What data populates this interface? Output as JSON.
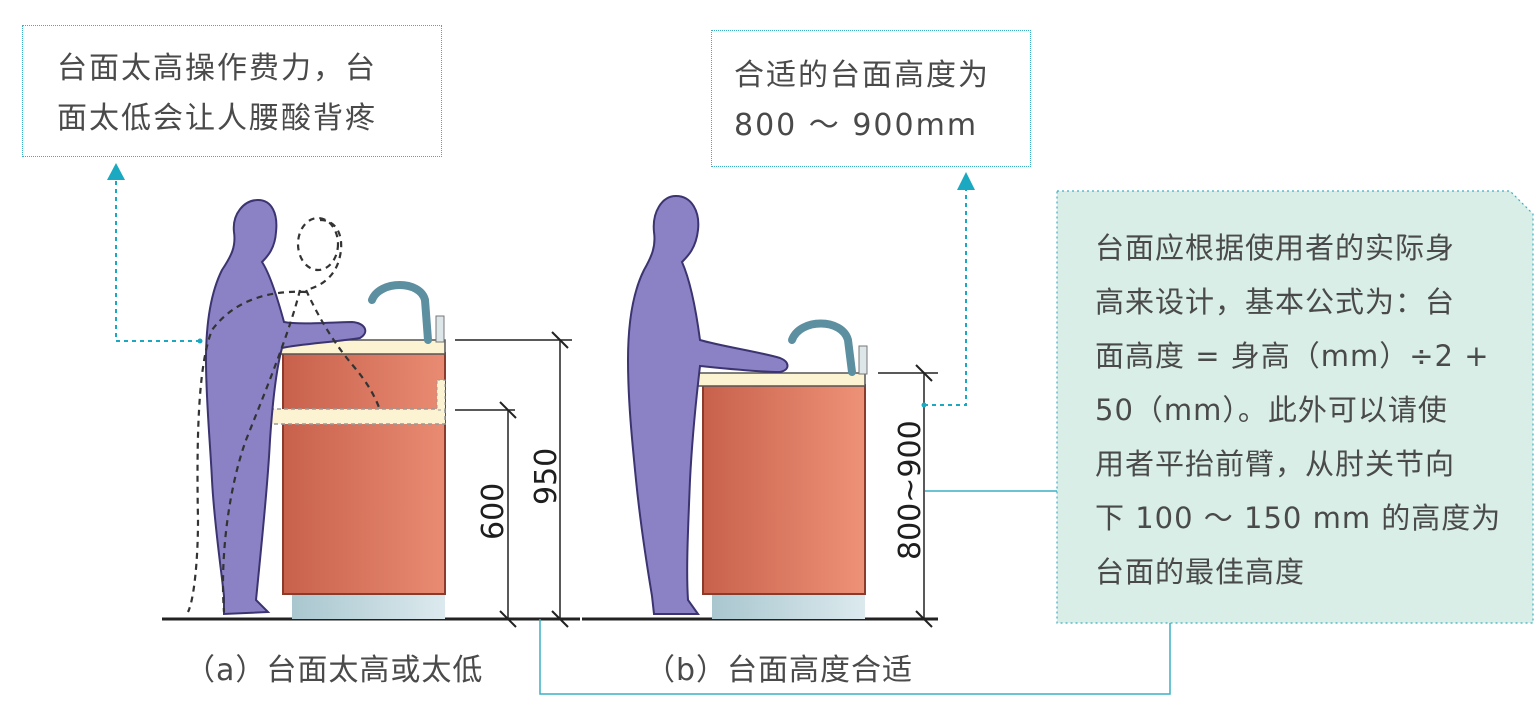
{
  "notes": {
    "too_high_low": {
      "lines": [
        "台面太高操作费力，台",
        "面太低会让人腰酸背疼"
      ]
    },
    "suitable": {
      "lines": [
        "合适的台面高度为",
        "800 ～ 900mm"
      ]
    },
    "formula": {
      "lines": [
        "台面应根据使用者的实际身",
        "高来设计，基本公式为：台",
        "面高度 = 身高（mm）÷2 +",
        "50（mm）。此外可以请使",
        "用者平抬前臂，从肘关节向",
        "下 100 ～ 150 mm 的高度为",
        "台面的最佳高度"
      ]
    }
  },
  "captions": {
    "a": "（a）台面太高或太低",
    "b": "（b）台面高度合适"
  },
  "dimensions": {
    "a_low": "600",
    "a_high": "950",
    "b_range": "800~900"
  },
  "colors": {
    "figure": "#8a82c4",
    "cabinet": "#e07a62",
    "counter": "#fbf3d2",
    "leader": "#3bb0c4",
    "note_fill": "#d8eee6"
  }
}
